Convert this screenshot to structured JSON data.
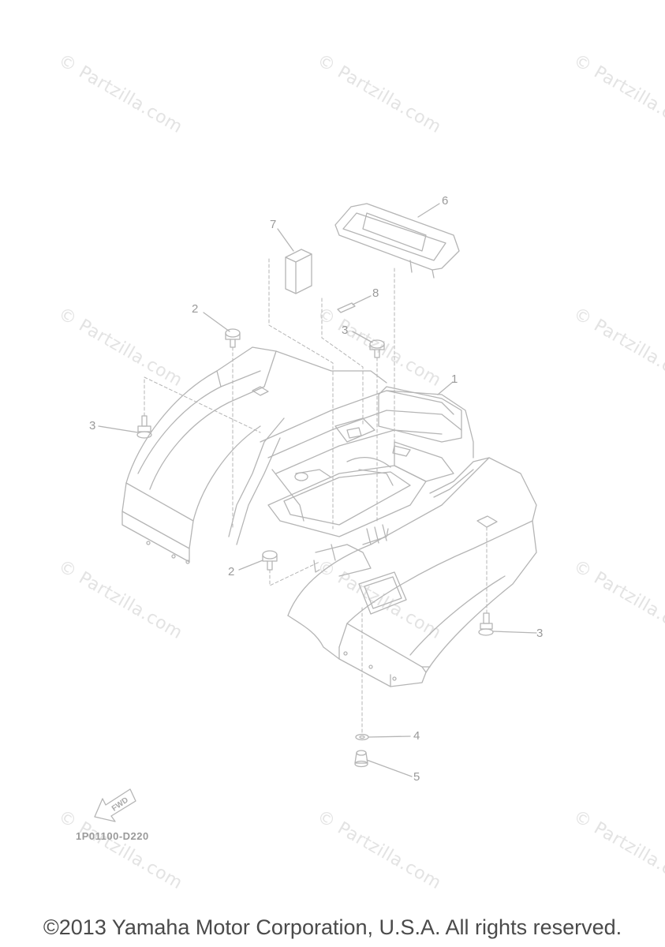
{
  "watermark": {
    "text": "© Partzilla.com",
    "color": "#e3e3e3"
  },
  "callouts": {
    "c1": "1",
    "c2a": "2",
    "c2b": "2",
    "c3a": "3",
    "c3b": "3",
    "c3c": "3",
    "c4": "4",
    "c5": "5",
    "c6": "6",
    "c7": "7",
    "c8": "8"
  },
  "fwd_label": "FWD",
  "diagram_code": "1P01100-D220",
  "copyright": "©2013 Yamaha Motor Corporation, U.S.A. All rights reserved.",
  "colors": {
    "line": "#b5b5b5",
    "text": "#9a9a9a",
    "copyright": "#4a4a4a"
  }
}
